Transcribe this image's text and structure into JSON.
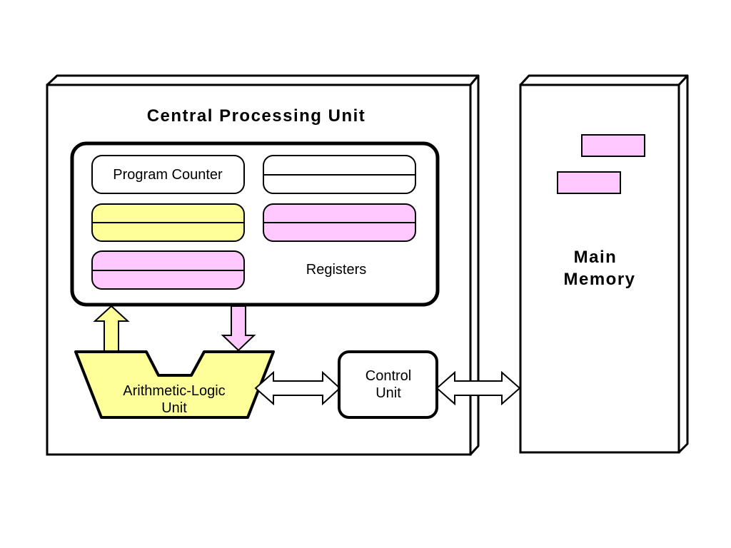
{
  "cpu": {
    "title": "Central Processing Unit",
    "program_counter_label": "Program Counter",
    "registers_label": "Registers",
    "alu_label_line1": "Arithmetic-Logic",
    "alu_label_line2": "Unit",
    "control_unit_line1": "Control",
    "control_unit_line2": "Unit"
  },
  "memory": {
    "label_line1": "Main",
    "label_line2": "Memory"
  },
  "colors": {
    "yellow": "#ffff99",
    "pink": "#ffc8ff",
    "outline": "#000000",
    "background": "#ffffff"
  }
}
